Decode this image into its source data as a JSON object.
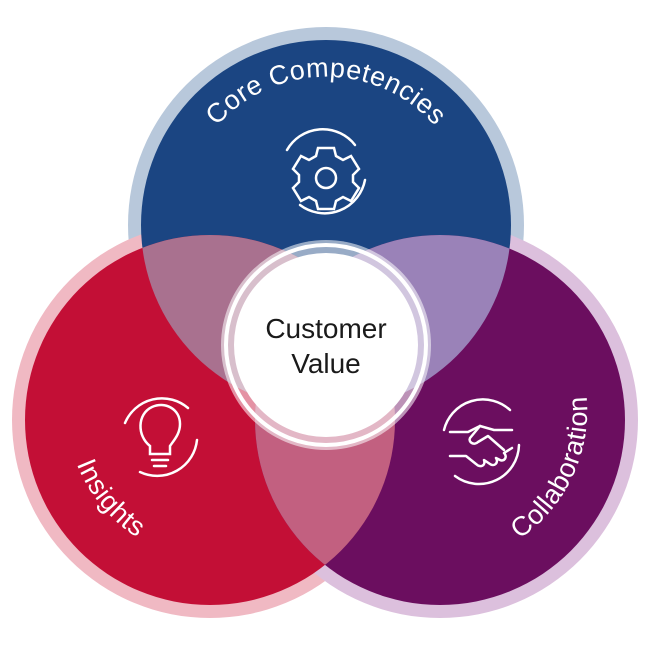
{
  "diagram": {
    "center": {
      "line1": "Customer",
      "line2": "Value"
    },
    "circles": [
      {
        "id": "core",
        "label": "Core Competencies",
        "icon": "gear-icon",
        "color": "#1b4582",
        "ring_color": "#b8c8db"
      },
      {
        "id": "insights",
        "label": "Insights",
        "icon": "lightbulb-icon",
        "color": "#c30f36",
        "ring_color": "#f0b9c3"
      },
      {
        "id": "collab",
        "label": "Collaboration",
        "icon": "handshake-icon",
        "color": "#6b0e5f",
        "ring_color": "#dcc0dd"
      }
    ],
    "overlap_colors": {
      "core_insights": "#a9718f",
      "core_collab": "#9a82b8",
      "insights_collab": "#c26080"
    }
  }
}
